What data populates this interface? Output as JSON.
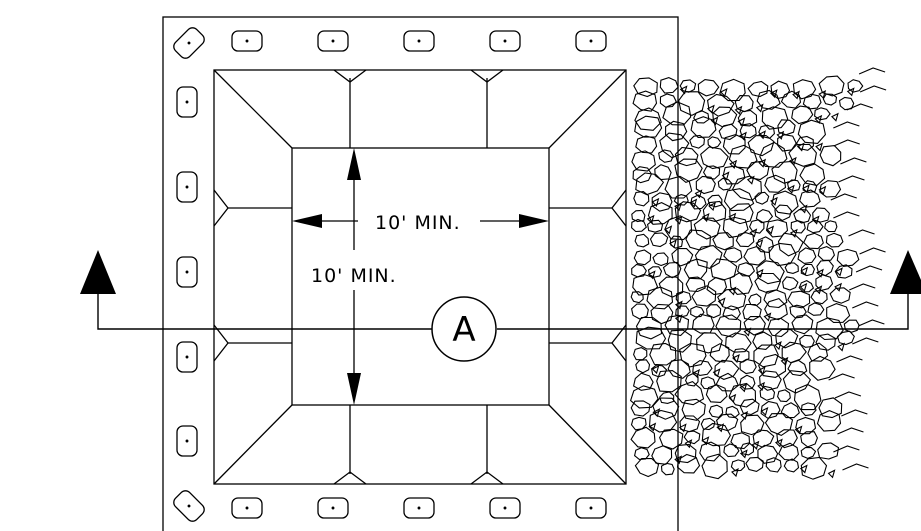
{
  "drawing": {
    "dim_horizontal": "10' MIN.",
    "dim_vertical": "10' MIN.",
    "section_marker": "A"
  },
  "colors": {
    "line": "#000000",
    "background": "#ffffff"
  }
}
